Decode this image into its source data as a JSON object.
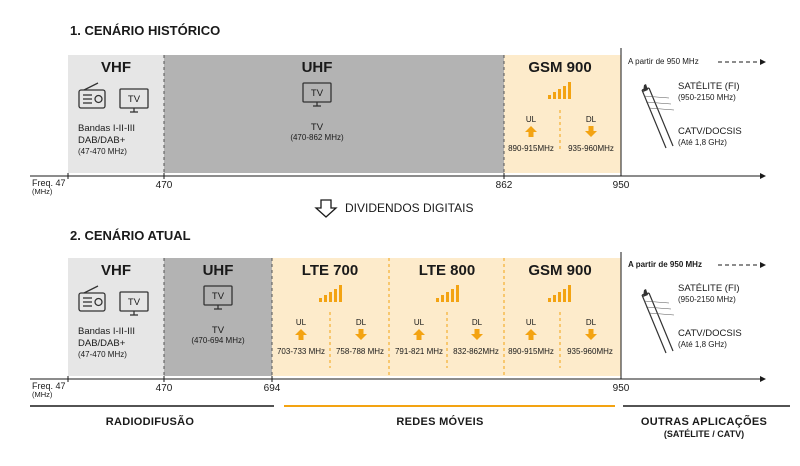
{
  "historic": {
    "title": "1. CENÁRIO HISTÓRICO",
    "vhf": {
      "label": "VHF",
      "tv": "TV",
      "line1": "Bandas I-II-III",
      "line2": "DAB/DAB+",
      "line3": "(47-470 MHz)"
    },
    "uhf": {
      "label": "UHF",
      "tv": "TV",
      "tv_line": "TV",
      "range": "(470-862 MHz)"
    },
    "gsm": {
      "label": "GSM 900",
      "ul": "UL",
      "dl": "DL",
      "ul_range": "890-915MHz",
      "dl_range": "935-960MHz"
    },
    "right": {
      "from": "A partir de 950 MHz",
      "sat": "SATÉLITE (FI)",
      "sat_range": "(950-2150 MHz)",
      "catv": "CATV/DOCSIS",
      "catv_range": "(Até 1,8 GHz)"
    },
    "axis": {
      "freq": "Freq. 47",
      "unit": "(MHz)",
      "t470": "470",
      "t862": "862",
      "t950": "950"
    }
  },
  "transition": {
    "label": "DIVIDENDOS DIGITAIS"
  },
  "current": {
    "title": "2. CENÁRIO ATUAL",
    "vhf": {
      "label": "VHF",
      "tv": "TV",
      "line1": "Bandas I-II-III",
      "line2": "DAB/DAB+",
      "line3": "(47-470 MHz)"
    },
    "uhf": {
      "label": "UHF",
      "tv": "TV",
      "tv_line": "TV",
      "range": "(470-694 MHz)"
    },
    "lte700": {
      "label": "LTE 700",
      "ul": "UL",
      "dl": "DL",
      "ul_range": "703-733 MHz",
      "dl_range": "758-788 MHz"
    },
    "lte800": {
      "label": "LTE 800",
      "ul": "UL",
      "dl": "DL",
      "ul_range": "791-821 MHz",
      "dl_range": "832-862MHz"
    },
    "gsm": {
      "label": "GSM 900",
      "ul": "UL",
      "dl": "DL",
      "ul_range": "890-915MHz",
      "dl_range": "935-960MHz"
    },
    "right": {
      "from": "A partir de 950 MHz",
      "sat": "SATÉLITE (FI)",
      "sat_range": "(950-2150 MHz)",
      "catv": "CATV/DOCSIS",
      "catv_range": "(Até 1,8 GHz)"
    },
    "axis": {
      "freq": "Freq. 47",
      "unit": "(MHz)",
      "t470": "470",
      "t694": "694",
      "t950": "950"
    }
  },
  "footer": {
    "broadcast": "RADIODIFUSÃO",
    "mobile": "REDES MÓVEIS",
    "other": "OUTRAS APLICAÇÕES",
    "other_sub": "(SATÉLITE / CATV)"
  },
  "colors": {
    "vhf": "#e6e6e6",
    "uhf": "#b3b3b3",
    "mobile": "#fdebcb",
    "accent": "#f3a312"
  }
}
